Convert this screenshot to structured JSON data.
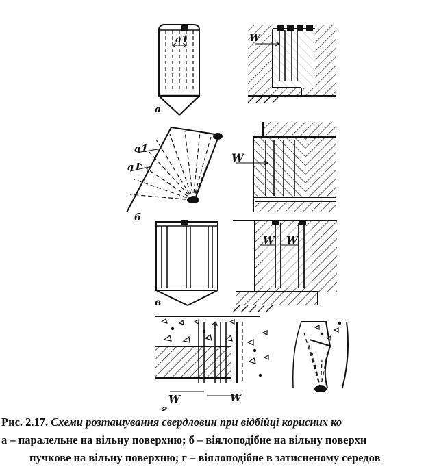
{
  "figure": {
    "labels": {
      "a": "а",
      "b": "б",
      "v": "в",
      "g": "г"
    },
    "dimension_labels": {
      "a1": "a1",
      "W": "W"
    }
  },
  "caption": {
    "number": "Рис. 2.17.",
    "title": "Схеми розташування свердловин при відбійці корисних ко",
    "line2": "а – паралельне на вільну поверхню; б – віялоподібне на вільну поверхн",
    "line3": "пучкове на вільну поверхню; г – віялоподібне в затисненому середов"
  }
}
